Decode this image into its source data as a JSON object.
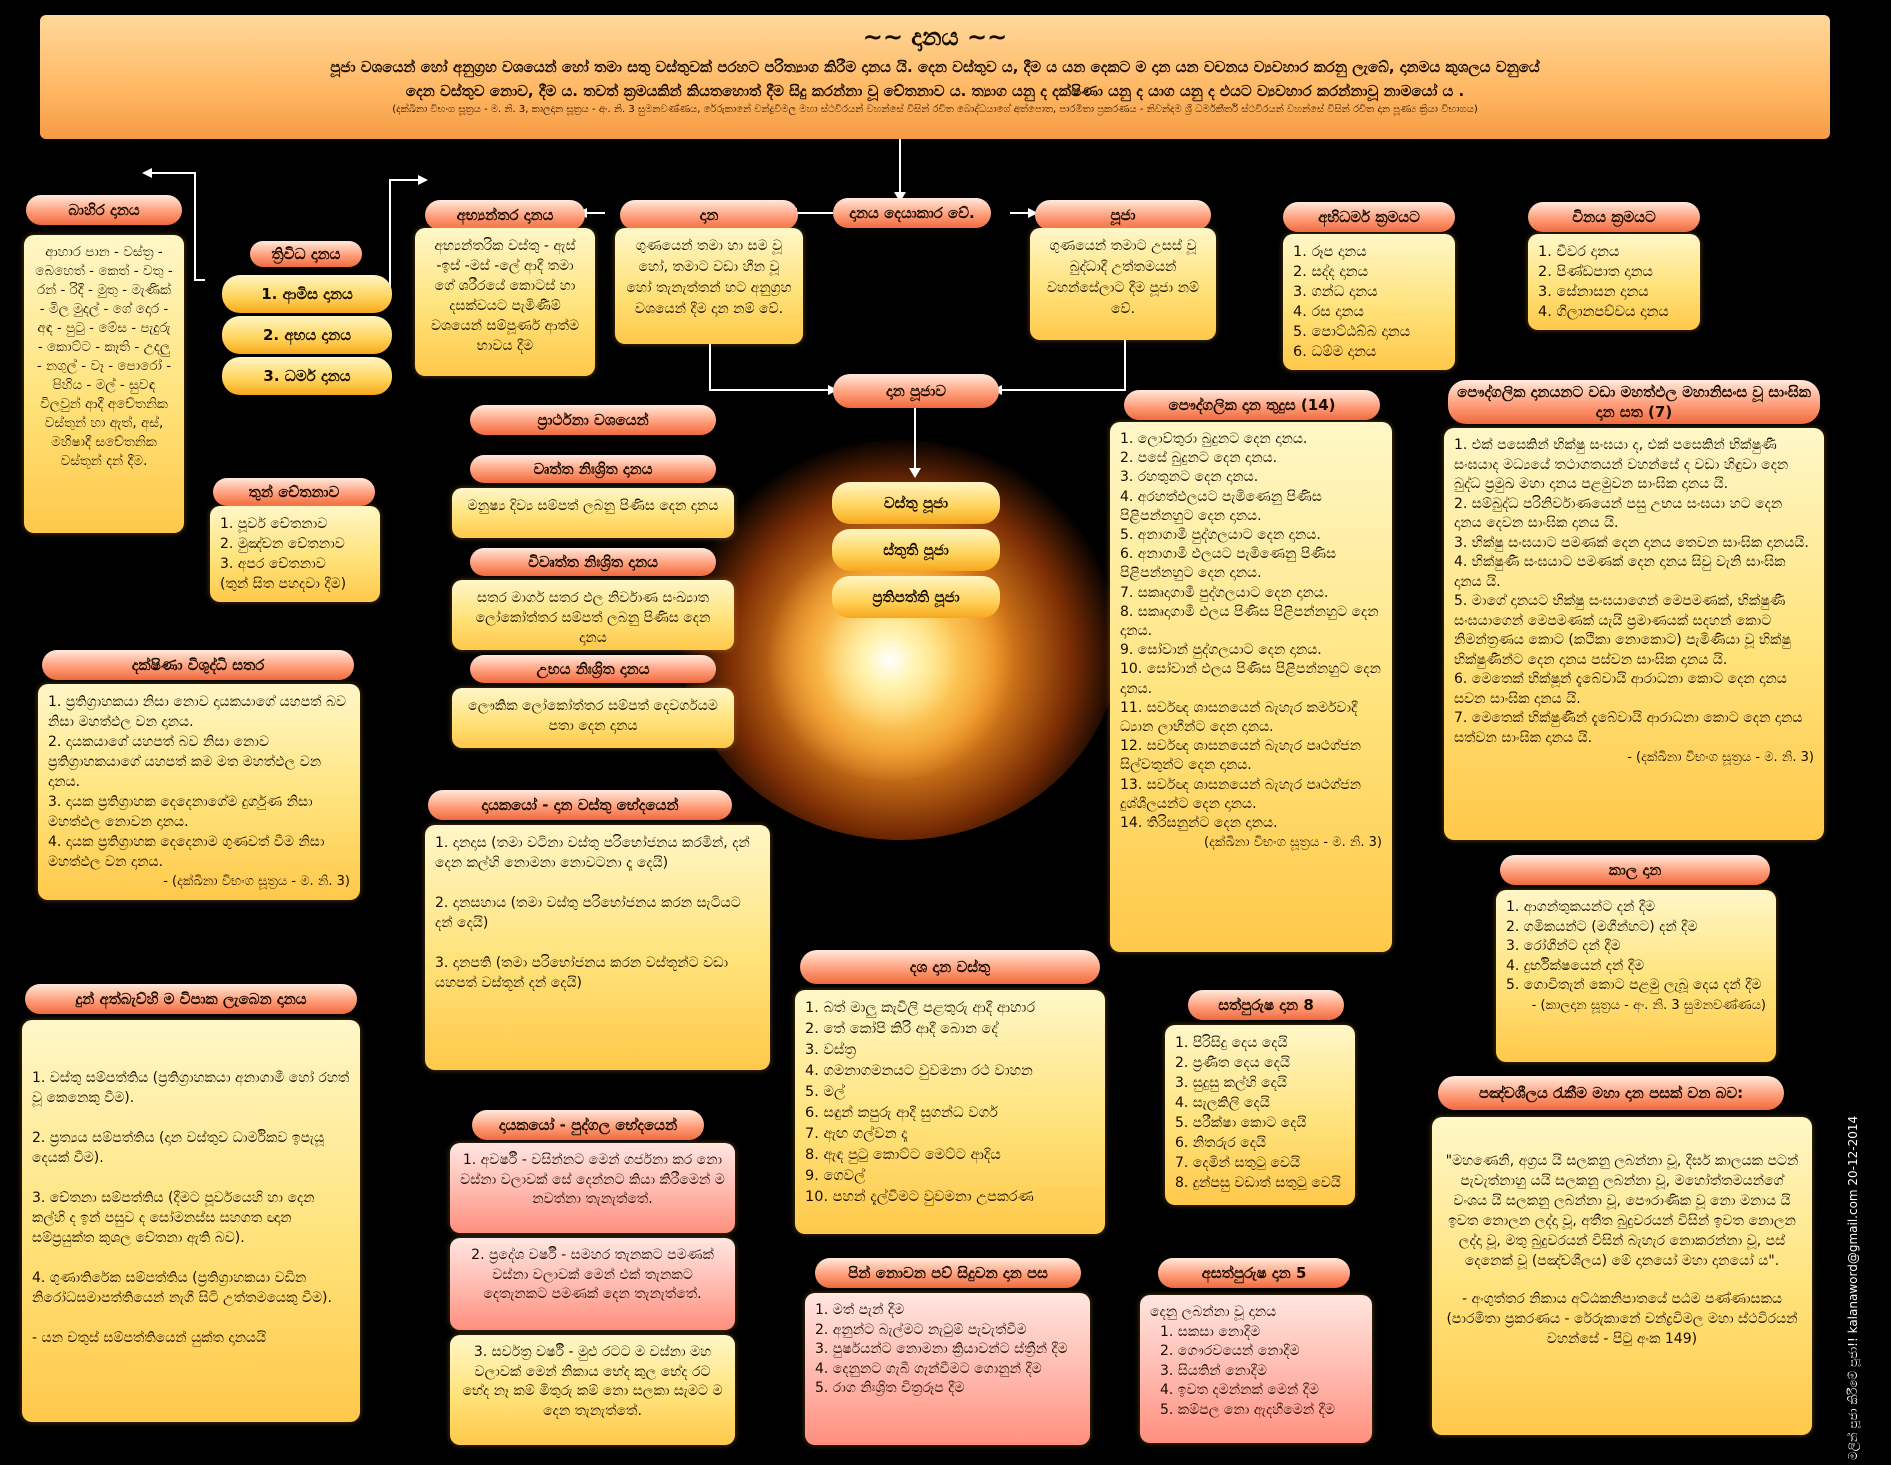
{
  "header": {
    "title": "~~ දානය ~~",
    "line1": "පූජා වශයෙන් හෝ අනුග්‍රහ වශයෙන් හෝ තමා සතු වස්තුවක් පරහට පරිත්‍යාග කිරීම දානය යි. දෙන වස්තුව ය, දීම ය යන දෙකට ම දාන යන වචනය ව්‍යවහාර කරනු ලැබේ, දානමය කුශලය වනුයේ",
    "line2": "දෙන වස්තුව නොව, දීම ය. තවත් ක්‍රමයකින් කියතහොත් දීම සිදු කරන්නා වූ චේතනාව ය. ත්‍යාග යනු ද දක්ෂිණා යනු ද යාග යනු ද එයට ව්‍යවහාර කරන්නාවූ නාමයෝ ය .",
    "source": "(දක්ඛිනා විභංග සූත්‍රය - ම. නි. 3, කාලදාන සූත්‍රය - අං. නි. 3 සුමනවණ්ණය, රේරුකානේ චන්ද්‍රවිමල මහා ස්ථවිරයන් වහන්සේ විසින් රචිත බොද්ධයාගේ අත්පොත, පාරමිතා ප්‍රකරණය - නිවන්දම ශ්‍රී ධර්මකීර්ති ස්ථවිරයන් වහන්සේ විසින් රචිත දාන පූණ්‍ය ක්‍රියා විභාගය)"
  },
  "bahira": {
    "title": "බාහිර දානය",
    "text": "ආහාර පාන - වස්ත්‍ර - බෙහෙත් - කෙත් - වතු - රන් - රිදී - මුතු - මැණික් - මිල මුදල් - ගේ දොර - අඳ - පුටු - මේස - පැදුරු - කොට්ට - කෑති - උදලු - නගුල් - වෑ - පොරෝ - පිහිය - මල් - සුවඳ විලවුන් ආදී අචේතනික වස්තුන් හා ඇත්, අස්, මහිෂාදී සචේතනික වස්තූන් දන් දීම."
  },
  "trividha": {
    "title": "ත්‍රිවිධ දානය",
    "items": [
      "1. ආමිස දානය",
      "2. අභය දානය",
      "3. ධර්ම දානය"
    ]
  },
  "abhyantara": {
    "title": "අභ්‍යන්තර දානය",
    "text": "අභ්‍යන්තරික වස්තු - ඇස් -ඉස් -මස් -ලේ ආදී තමා ගේ ශරීරයේ කොටස් හා දසක්වයට පැමිණීම් වශයෙන් සම්පූර්ණ ආත්ම භාවය දීම"
  },
  "dana": {
    "title": "දාන",
    "text": "ගුණයෙන් තමා හා සම වූ හෝ, තමාට වඩා හීන වූ හෝ තැනැත්තන් හට අනුග්‍රහ වශයෙන් දීම දාන නම් වේ."
  },
  "danaya_dek": {
    "title": "දානය දෙයාකාර වේ."
  },
  "puja": {
    "title": "පූජා",
    "text": "ගුණයෙන් තමාට උසස් වූ බුද්ධාදී උත්තමයන් වහන්සේලාට දීම පූජා නම් වේ."
  },
  "dana_pujava": {
    "title": "දාන පූජාව",
    "items": [
      "වස්තු පූජා",
      "ස්තුති පූජා",
      "ප්‍රතිපත්ති පූජා"
    ]
  },
  "abhidharma": {
    "title": "අභිධර්ම ක්‍රමයට",
    "items": [
      "1. රූප දානය",
      "2. සද්ද දානය",
      "3. ගන්ධ දානය",
      "4. රස දානය",
      "5. පොට්ඨබ්බ දානය",
      "6. ධම්ම දානය"
    ]
  },
  "vinaya": {
    "title": "විනය ක්‍රමයට",
    "items": [
      "1. චීවර දානය",
      "2. පිණ්ඩපාත දානය",
      "3. සේනාසන දානය",
      "4. ගිලානපච්චය දානය"
    ]
  },
  "thun_chetana": {
    "title": "තුන් චේතනාව",
    "items": [
      "1. පූර්ව චේතනාව",
      "2. මුඤ්චන චේතනාව",
      "3. අපර චේතනාව",
      "(තුන් සිත පහදවා දීම)"
    ]
  },
  "prarthana": {
    "title": "ප්‍රාර්ථනා වශයෙන්",
    "groups": [
      {
        "title": "වෘත්ත නිඃශ්‍රිත දානය",
        "text": "මනුෂ්‍ය දිව්‍ය සම්පත් ලබනු පිණිස දෙන දානය"
      },
      {
        "title": "විවෘත්ත නිඃශ්‍රිත දානය",
        "text": "සතර මාර්ග සතර ඵල නිර්වාණ සංඛ්‍යාත ලෝකෝත්තර සම්පත් ලබනු පිණිස දෙන දානය"
      },
      {
        "title": "උභය නිඃශ්‍රිත දානය",
        "text": "ලෞකික ලෝකෝත්තර සම්පත් දෙවර්ගයම පතා දෙන දානය"
      }
    ]
  },
  "dakshina": {
    "title": "දක්ෂිණා විශුද්ධි සතර",
    "items": [
      "1. ප්‍රතිග්‍රාහකයා නිසා නොව දායකයාගේ යහපත් බව නිසා මහත්ඵල වන දානය.",
      "2. දායකයාගේ යහපත් බව නිසා නොව ප්‍රතිග්‍රාහකයාගේ යහපත් කම මත මහත්ඵල වන දානය.",
      "3. දායක ප්‍රතිග්‍රාහක දෙදෙනාගේම දුර්ගුණ නිසා මහත්ඵල නොවන දානය.",
      "4. දායක ප්‍රතිග්‍රාහක දෙදෙනාම ගුණවත් වීම නිසා මහත්ඵල වන දානය."
    ],
    "source": "- (දක්ඛිනා විභංග සූත්‍රය - ම. නි. 3)"
  },
  "dayaka_vastu": {
    "title": "දායකයෝ - දාන වස්තු භේදයෙන්",
    "items": [
      "1. දානදාස (තමා වටිනා වස්තු පරිභෝජනය කරමින්, දන් දෙන කල්හි නොමනා නොවටනා දෑ දෙයි)",
      "2. දානසහාය (තමා වස්තු පරිභෝජනය කරන සැටියට දන් දෙයි)",
      "3. දානපති (තමා පරිභෝජනය කරන වස්තූන්ට වඩා යහපත් වස්තූන් දන් දෙයි)"
    ]
  },
  "paudgalika": {
    "title": "පෞද්ගලික දාන තුදුස (14)",
    "items": [
      "1. ලොව්තුරා බුදුනට දෙන දානය.",
      "2. පසේ බුදුනට දෙන දානය.",
      "3. රහතුනට දෙන දානය.",
      "4. අරහත්ඵලයට පැමිණෙනු පිණිස පිළිපන්නහුට දෙන දානය.",
      "5. අනාගාමී පුද්ගලයාට දෙන දානය.",
      "6. අනාගාමී ඵලයට පැමිණෙනු පිණිස පිළිපන්නහුට දෙන දානය.",
      "7. සකෘදාගාමී පුද්ගලයාට දෙන දානය.",
      "8. සකෘදාගාමී ඵලය පිණිස පිළිපන්නහුට දෙන දානය.",
      "9. සෝවාන් පුද්ගලයාට දෙන දානය.",
      "10. සෝවාන් ඵලය පිණිස පිළිපන්නහුට දෙන දානය.",
      "11. සර්වඥ ශාසනයෙන් බැහැර කර්මවාදී ධ්‍යාන ලාභීන්ට දෙන දානය.",
      "12. සර්වඥ ශාසනයෙන් බැහැර පෘථග්ජන සිල්වතුන්ට දෙන දානය.",
      "13. සර්වඥ ශාසනයෙන් බැහැර පෘථග්ජන දුශ්ශීලයන්ට දෙන දානය.",
      "14. තිරිසනුන්ට දෙන දානය."
    ],
    "source": "(දක්ඛිනා විභංග සූත්‍රය - ම. නි. 3)"
  },
  "sanghika": {
    "title": "පෞද්ගලික දානයනට වඩා මහත්ඵල මහානිසංස වූ සාංඝික දාන සත (7)",
    "items": [
      "1. එක් පසෙකින් භික්ෂු සංඝයා ද, එක් පසෙකින් භික්ෂුණී සංඝයාද මධ්‍යයේ තථාගතයන් වහන්සේ ද වඩා හිඳුවා දෙන බුද්ධ ප්‍රමුඛ මහා දානය පළමුවන සාංඝික දානය යි.",
      "2. සම්බුද්ධ පරිනිර්වාණයෙන් පසු උභය සංඝයා හට දෙන දානය දෙවන සාංඝික දානය යි.",
      "3. භික්ෂු සංඝයාට පමණක් දෙන දානය තෙවන සාංඝික දානයයි.",
      "4. භික්ෂුණී සංඝයාට පමණක් දෙන දානය සිවු වැනි සාංඝික දානය යි.",
      "5. මාගේ දානයට භික්ෂු සංඝයාගෙන් මෙපමණක්, භික්ෂුණී සංඝයාගෙන් මෙපමණක් යැයි ප්‍රමාණයක් සදහන් කොට නිමන්ත්‍රණය කොට (කථිකා නොකොට) පැමිණියා වූ භික්ෂු භික්ෂුණීන්ට දෙන දානය පස්වන සාංඝික දානය යි.",
      "6. මෙතෙක් භික්ෂූන් දැබේවායි ආරාධනා කොට දෙන දානය සවන සාංඝික දානය යි.",
      "7. මෙතෙක් භික්ෂුණීන් දැබේවායි ආරාධනා කොට දෙන දානය සත්වන සාංඝික දානය යි."
    ],
    "source": "- (දක්ඛිනා විභංග සූත්‍රය - ම. නි. 3)"
  },
  "kala": {
    "title": "කාල දාන",
    "items": [
      "1. ආගන්තුකයන්ට දන් දීම",
      "2. ගමිකයන්ට (මගීන්හට) දන් දීම",
      "3. රෝගීන්ට දන් දීම",
      "4. දුර්භික්ෂයෙන් දන් දීම",
      "5. ගොවිතැන් කොට පළමු ලැබූ දෙය දන් දීම"
    ],
    "source": "- (කාලදාන සූත්‍රය - අං. නි. 3 සුමනවණ්ණය)"
  },
  "dasa": {
    "title": "දශ දාන වස්තු",
    "items": [
      "1. බත් මාලු කැවිලි පළතුරු ආදී ආහාර",
      "2. තේ කෝපි කිරි ආදී බොන දේ",
      "3. වස්ත්‍ර",
      "4. ගමනාගමනයට වුවමනා රථ වාහන",
      "5. මල්",
      "6. සඳුන් කපුරු ආදී සුගන්ධ වර්ග",
      "7. ඇඟ ගල්වන දෑ",
      "8. ඇඳ පුටු කොට්ට මෙට්ට ආදිය",
      "9. ගෙවල්",
      "10. පහන් දැල්වීමට වුවමනා උපකරණ"
    ]
  },
  "satpurusha": {
    "title": "සත්පුරුෂ දාන 8",
    "items": [
      "1. පිරිසිදු දෙය දෙයි",
      "2. ප්‍රණීත දෙය දෙයි",
      "3. සුදුසු කල්හි දෙයි",
      "4. සැලකිලි දෙයි",
      "5. පරීක්ෂා කොට දෙයි",
      "6. නිතරුර දෙයි",
      "7. දෙමින් සතුටු වෙයි",
      "8. දුන්පසු වඩාත් සතුටු වෙයි"
    ]
  },
  "asatpurusha": {
    "title": "අසත්පුරුෂ දාන 5",
    "intro": "දෙනු ලබන්නා වූ දානය",
    "items": [
      "1. සකසා නොදීම",
      "2. ගෞරවයෙන් නොදීම",
      "3. සියතින් නොදීම",
      "4. ඉවත දමන්නක් මෙන් දීම",
      "5. කම්පල නො ඇදහීමෙන් දීම"
    ]
  },
  "vipaka": {
    "title": "දුන් අත්බැව්හි ම විපාක ලැබෙන දානය",
    "items": [
      "1. වස්තු සම්පත්තිය (ප්‍රතිග්‍රාහකයා අනාගාමී හෝ රහත් වූ කෙනෙකු වීම).",
      "2. ප්‍රත්‍යය සම්පත්තිය (දාන වස්තුව ධාර්මිකව ඉපැයූ දෙයක් වීම).",
      "3. චේතනා සම්පත්තිය (දීමට පූර්වයෙහි හා දෙන කල්හි ද ඉන් පසුව ද සෝමනස්ස සහගත ඥාන සම්ප්‍රයුක්ත කුශල චේතනා ඇති බව).",
      "4. ගුණාතිරේක සම්පත්තිය (ප්‍රතිග්‍රාහකයා වඩින නිරෝධසමාපත්තියෙන් නැගී සිටි උත්තමයෙකු වීම).",
      "- යන චතුස් සම්පත්තියෙන් යුක්ත දානයයි"
    ]
  },
  "pudgala": {
    "title": "දායකයෝ - පුද්ගල භේදයෙන්",
    "items": [
      "1. අවර්ෂී - වසින්නට මෙන් ගර්ජනා කර නො වස්නා වලාවක් සේ දෙන්නට කියා කිරීමෙන් ම නවත්නා තැනැත්තේ.",
      "2. ප්‍රදේශ වර්ෂී - සමහර තැනකට පමණක් වස්නා වලාවක් මෙන් එක් තැනකට දෙතැනකට පමණක් දෙන තැනැත්තේ.",
      "3. සර්වත්‍ර වර්ෂී - මුළු රටට ම වස්නා මහ වලාවක් මෙන් නිකාය භේද කුල භේද රට භේද නෑ කම් මිතුරු කම් නො සලකා සැමට ම දෙන තැනැත්තේ."
    ]
  },
  "pin": {
    "title": "පින් නොවන පව් සිදුවන දාන පස",
    "items": [
      "1. මත් පැන් දීම",
      "2. අනුන්ට බැල්මට නැටුම් පැවැත්වීම",
      "3. පුර්ෂයන්ට නොමනා ක්‍රියාවන්ට ස්ත්‍රීන් දීම",
      "4. දෙනුනට ගැබී ගැන්වීමට ගොනුන් දීම",
      "5. රාග නිඃශ්‍රිත චිත්‍රරූප දීම"
    ]
  },
  "pancha": {
    "title": "පඤ්චශීලය රැකීම මහා දාන පසක් වන බව:",
    "quote": "\"මහණෙනි, අග්‍රය යි සලකනු ලබන්නා වූ, දීර්ඝ කාලයක පටන් පැවැත්නාහු යයි සලකනු ලබන්නා වූ, මහෝත්තමයන්ගේ වංශය යි සලකනු ලබන්නා වූ, පෞරාණික වූ නො මනාය යි ඉවත නොලන ලද්දා වූ, අතීත බුදුවරයන් විසින් ඉවත නොලන ලද්දා වූ, මතු බුදුවරයන් විසින් බැහැර නොකරන්නා වූ, පස් දෙනෙක් වූ (පඤ්චශීලය) මේ දානයෝ මහා දානයෝ ය\".",
    "source1": "- අංගුත්තර නිකාය අට්ඨකනිපාතයේ පඨම පණ්ණාසකය",
    "source2": "(පාරමිතා ප්‍රකරණය - රේරුකානේ චන්ද්‍රවිමල මහා ස්ථවිරයන් වහන්සේ - පිටු අංක 149)"
  },
  "credit": "මලින් පූජා කිරීමේ පූජා!! kalanaword@gmail.com 20-12-2014"
}
